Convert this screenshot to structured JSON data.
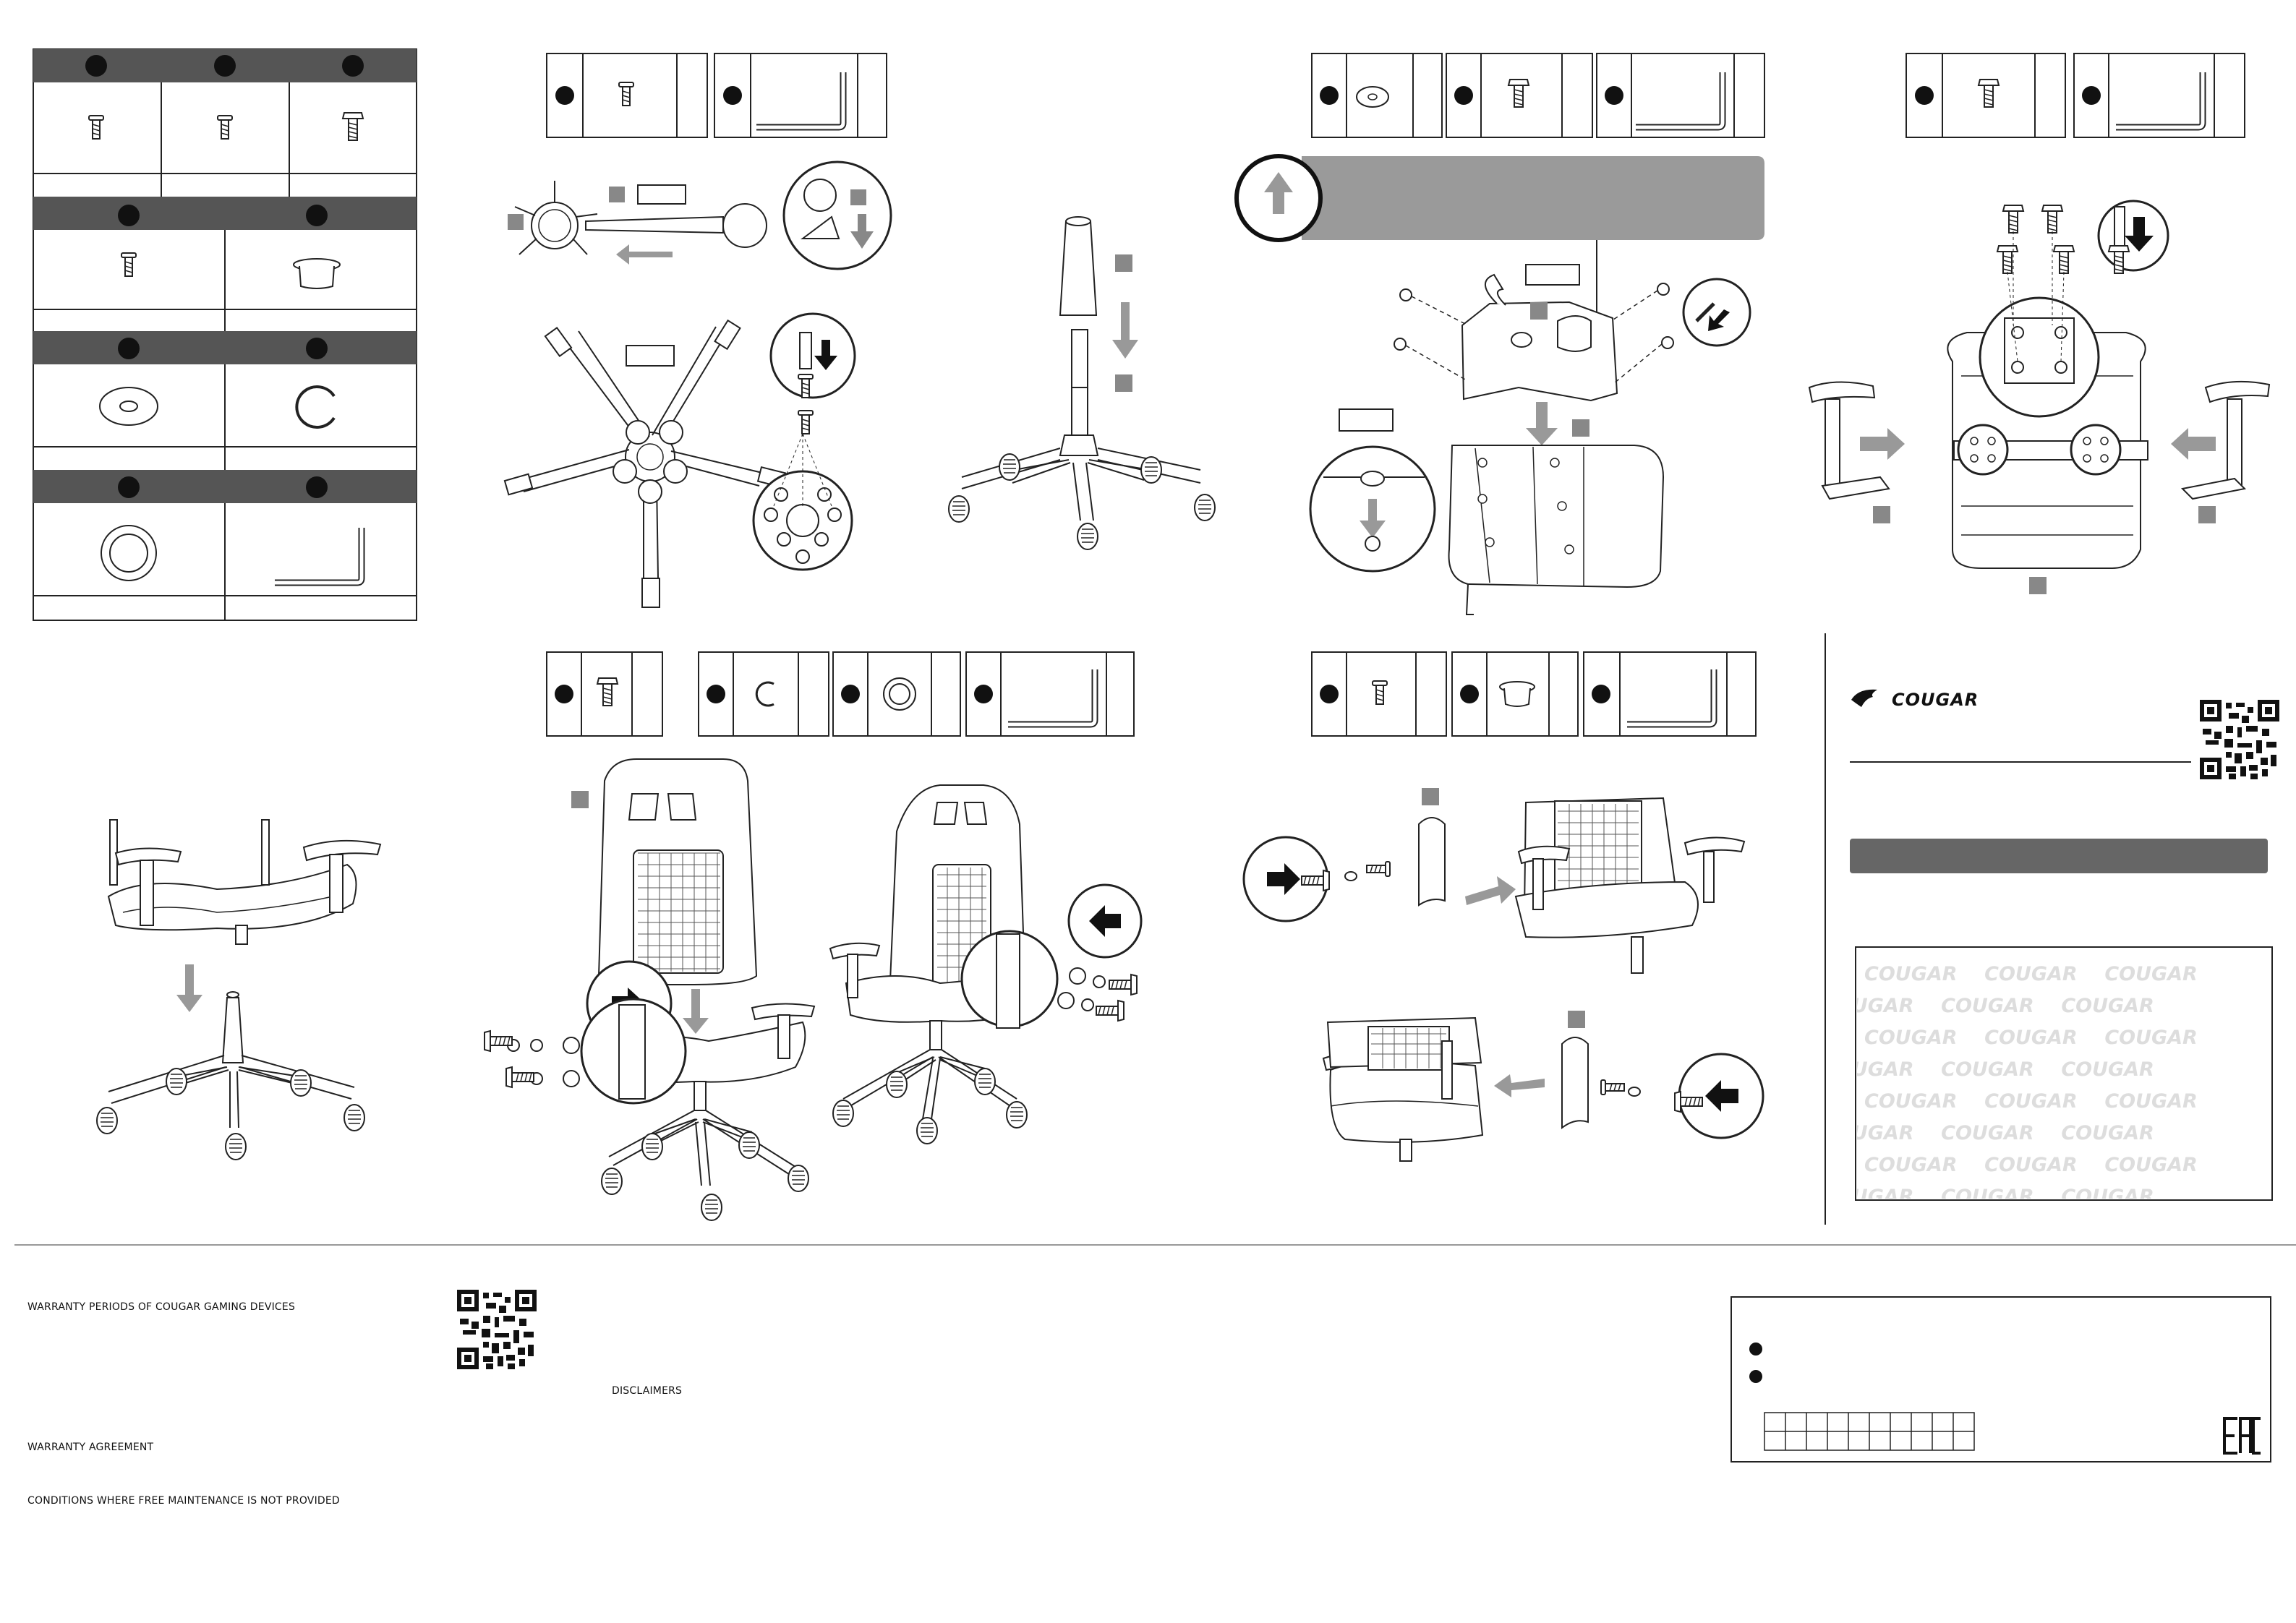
{
  "brand": {
    "logo_text": "COUGAR"
  },
  "warranty": {
    "periods_heading": "WARRANTY PERIODS OF COUGAR GAMING DEVICES",
    "agreement_heading": "WARRANTY AGREEMENT",
    "conditions_heading": "CONDITIONS WHERE FREE MAINTENANCE IS NOT PROVIDED",
    "disclaimers_heading": "DISCLAIMERS"
  },
  "colors": {
    "header_bar": "#555555",
    "gray_block": "#9a9a9a",
    "line": "#222222"
  },
  "icons": [
    "phillips-screw-icon",
    "flange-screw-icon",
    "bolt-icon",
    "washer-icon",
    "split-washer-icon",
    "flat-washer-icon",
    "allen-key-icon",
    "cap-plug-icon",
    "arrow-icon",
    "qr-code-icon",
    "eac-mark-icon"
  ]
}
